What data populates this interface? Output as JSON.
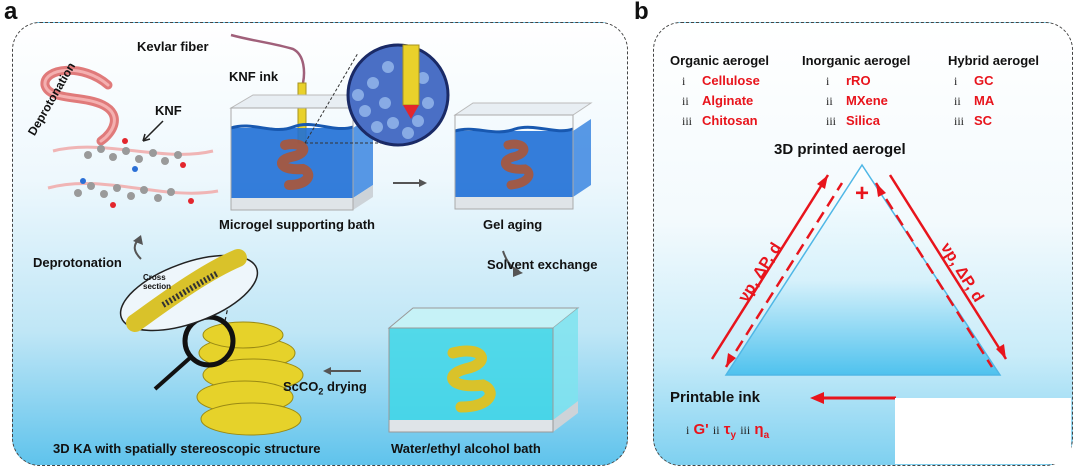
{
  "panels": {
    "a": {
      "letter": "a",
      "labels": {
        "kevlar_fiber": "Kevlar fiber",
        "knf_ink": "KNF ink",
        "knf": "KNF",
        "deprotonation_rotated": "Deprotonation",
        "microgel_bath": "Microgel supporting bath",
        "gel_aging": "Gel aging",
        "deprotonation": "Deprotonation",
        "solvent_exchange": "Solvent exchange",
        "cross_section_line1": "Cross",
        "cross_section_line2": "section",
        "scco2_prefix": "ScCO",
        "scco2_sub": "2",
        "scco2_suffix": " drying",
        "water_bath": "Water/ethyl alcohol bath",
        "three_d_ka": "3D KA with spatially stereoscopic structure"
      }
    },
    "b": {
      "letter": "b",
      "columns": [
        {
          "title": "Organic aerogel",
          "items": [
            {
              "num": "i",
              "value": "Cellulose"
            },
            {
              "num": "ii",
              "value": "Alginate"
            },
            {
              "num": "iii",
              "value": "Chitosan"
            }
          ]
        },
        {
          "title": "Inorganic aerogel",
          "items": [
            {
              "num": "i",
              "value": "rRO"
            },
            {
              "num": "ii",
              "value": "MXene"
            },
            {
              "num": "iii",
              "value": "Silica"
            }
          ]
        },
        {
          "title": "Hybrid aerogel",
          "items": [
            {
              "num": "i",
              "value": "GC"
            },
            {
              "num": "ii",
              "value": "MA"
            },
            {
              "num": "iii",
              "value": "SC"
            }
          ]
        }
      ],
      "apex_label": "3D printed aerogel",
      "plus_sign": "+",
      "left_side_params": "νp, ΔP, d",
      "right_side_params": "νp, ΔP, d",
      "printable_ink": "Printable ink",
      "ink_props": [
        {
          "num": "i",
          "value": "G'"
        },
        {
          "num": "ii",
          "value": "τ",
          "sub": "y"
        },
        {
          "num": "iii",
          "value": "η",
          "sub": "a"
        }
      ]
    }
  },
  "colors": {
    "accent_red": "#e8141c",
    "bath_blue": "#1f6fd6",
    "ethanol_cyan": "#3ed6e6",
    "helix_yellow": "#e6d22a",
    "fiber_pink": "#e07a7a"
  }
}
